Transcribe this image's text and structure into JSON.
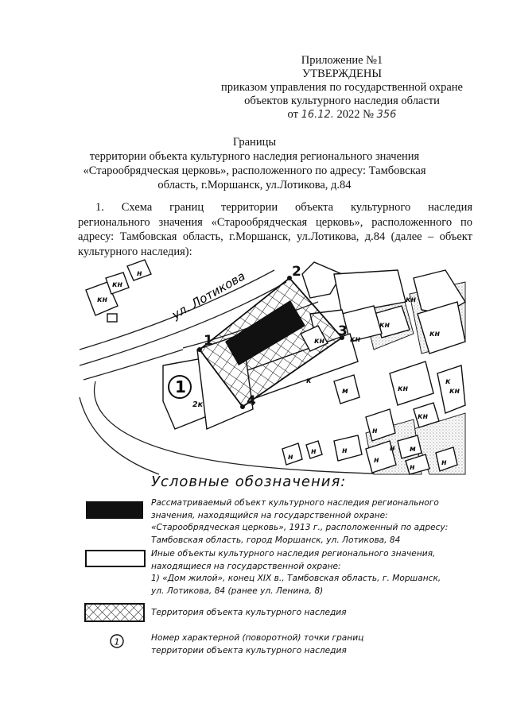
{
  "header": {
    "appendix": "Приложение №1",
    "approved": "УТВЕРЖДЕНЫ",
    "order_line1": "приказом управления по государственной охране",
    "order_line2": "объектов культурного наследия области",
    "date_prefix": "от",
    "date_handwritten": "16.12.",
    "year": "2022",
    "number_sign": "№",
    "number_handwritten": "356"
  },
  "title": {
    "line1": "Границы",
    "line2": "территории объекта культурного наследия регионального значения",
    "line3": "«Старообрядческая церковь», расположенного по адресу: Тамбовская",
    "line4": "область, г.Моршанск, ул.Лотикова, д.84"
  },
  "paragraph": {
    "line1": "1. Схема границ территории объекта культурного наследия",
    "line2": "регионального значения «Старообрядческая церковь», расположенного по",
    "line3": "адресу: Тамбовская область, г.Моршанск, ул.Лотикова, д.84 (далее – объект",
    "line4": "культурного наследия):"
  },
  "map": {
    "street": "ул. Лотикова",
    "points": [
      "1",
      "2",
      "3",
      "4"
    ],
    "parcel_number": "1",
    "labels": {
      "kn": "кн",
      "n": "н",
      "k": "к",
      "m": "м",
      "two_k": "2к"
    }
  },
  "legend": {
    "title": "Условные обозначения:",
    "item1": [
      "Рассматриваемый объект культурного наследия регионального",
      "значения, находящийся на государственной охране:",
      "«Старообрядческая церковь», 1913 г., расположенный по адресу:",
      "Тамбовская область, город Моршанск, ул. Лотикова, 84"
    ],
    "item2": [
      "Иные объекты культурного наследия регионального значения,",
      "находящиеся на государственной охране:",
      "1) «Дом жилой», конец XIX в., Тамбовская область, г. Моршанск,",
      "ул. Лотикова, 84 (ранее ул. Ленина, 8)"
    ],
    "item3": [
      "Территория объекта культурного наследия"
    ],
    "item4": [
      "Номер характерной (поворотной) точки границ",
      "территории объекта культурного наследия"
    ],
    "item4_symbol": "1"
  }
}
